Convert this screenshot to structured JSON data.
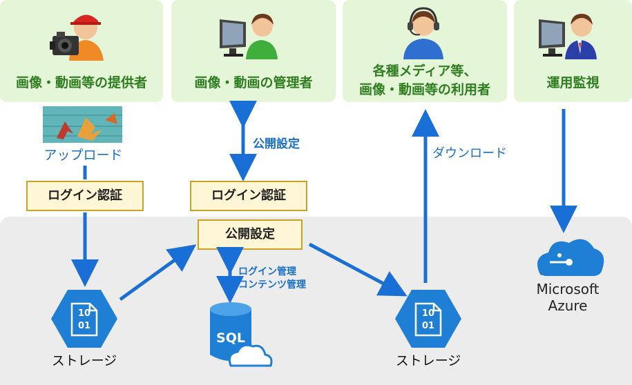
{
  "roles": [
    {
      "label": "画像・動画等の提供者"
    },
    {
      "label": "画像・動画の管理者"
    },
    {
      "label_line1": "各種メディア等、",
      "label_line2": "画像・動画等の利用者"
    },
    {
      "label": "運用監視"
    }
  ],
  "upload_label": "アップロード",
  "download_label": "ダウンロード",
  "public_setting_top": "公開設定",
  "login_auth_left": "ログイン認証",
  "login_auth_mid": "ログイン認証",
  "public_setting_box": "公開設定",
  "db_note_line1": "ログイン管理",
  "db_note_line2": "コンテンツ管理",
  "storage_left": {
    "label": "ストレージ",
    "code1": "10",
    "code2": "01"
  },
  "storage_right": {
    "label": "ストレージ",
    "code1": "10",
    "code2": "01"
  },
  "sql_label": "SQL",
  "azure_line1": "Microsoft",
  "azure_line2": "Azure",
  "colors": {
    "arrow": "#1a6fd6",
    "role_bg": "#e4f5d8",
    "role_text": "#2e7d1f",
    "accent_blue": "#1a70c7",
    "hex_blue": "#1e7fd4"
  }
}
